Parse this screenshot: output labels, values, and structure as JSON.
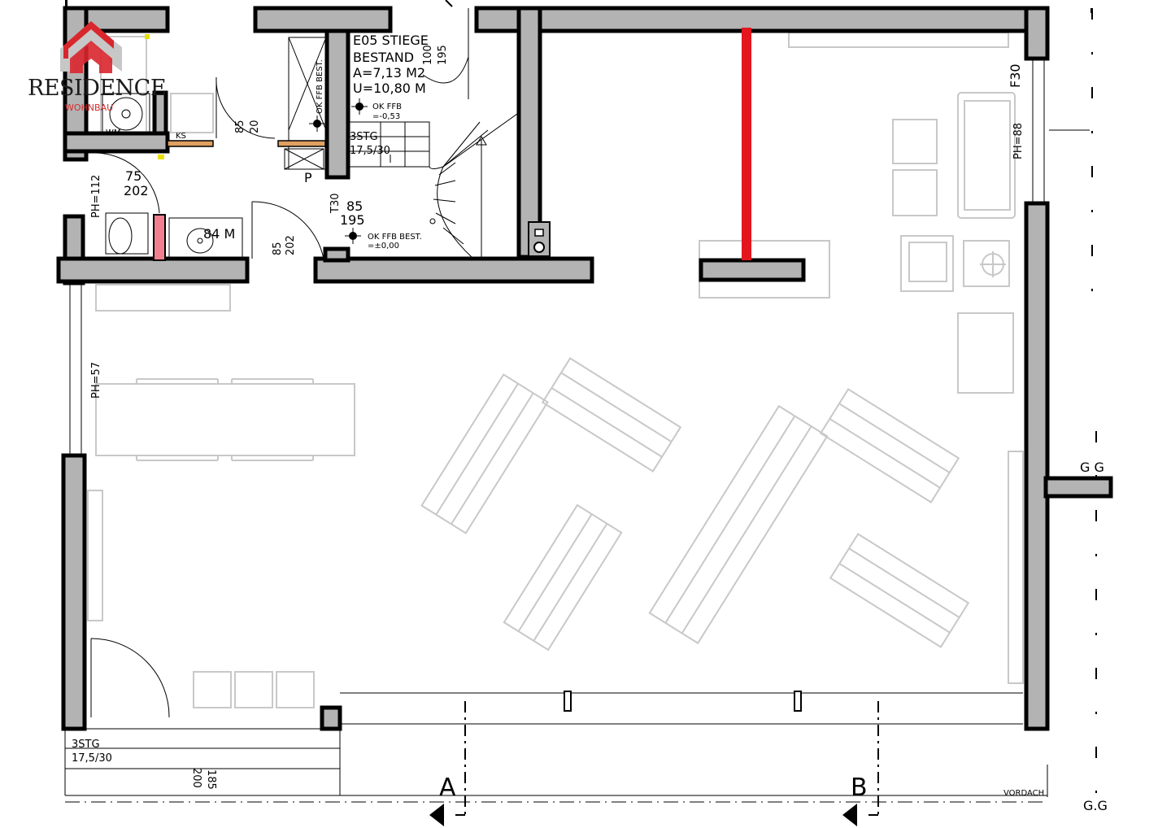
{
  "logo": {
    "name": "RESIDENCE",
    "sub": "WOHNBAU",
    "accent_color": "#d9262c"
  },
  "rooms": {
    "stair": {
      "name": "E05 STIEGE",
      "status": "BESTAND",
      "area": "A=7,13 M2",
      "perimeter": "U=10,80 M",
      "level_top_label": "OK FFB",
      "level_top_value": "=-0,53",
      "steps": "3STG",
      "steps_ratio": "17,5/30",
      "dim_w": "100",
      "dim_h": "195"
    },
    "entry": {
      "level_label": "OK FFB BEST.",
      "level_value": "=±0,00",
      "fire_rating": "T30",
      "door_w": "85",
      "door_h": "195",
      "door2_w": "85",
      "door2_h": "202",
      "marker": "P"
    },
    "wc": {
      "door_w": "75",
      "door_h": "202",
      "door2_w": "85",
      "door2_h": "20",
      "sink_label": "84 M",
      "parapet": "PH=112",
      "ks": "KS",
      "wm": "WM",
      "vert_text": "OK FFB BEST."
    }
  },
  "annotations": {
    "parapet_left": "PH=57",
    "parapet_right": "PH=88",
    "fire_right": "F30",
    "grid_right": "G G",
    "grid_bottom_right": "G.G",
    "canopy": "VORDACH",
    "steps_bottom": "3STG",
    "steps_bottom_ratio": "17,5/30",
    "dim_bottom_1": "185",
    "dim_bottom_2": "200",
    "section_a": "A",
    "section_b": "B"
  },
  "colors": {
    "wall_fill": "#b3b3b3",
    "red_wall": "#e3161e",
    "pink_element": "#f08090",
    "door_sill": "#e0a060",
    "furniture": "#c8c8c8"
  }
}
